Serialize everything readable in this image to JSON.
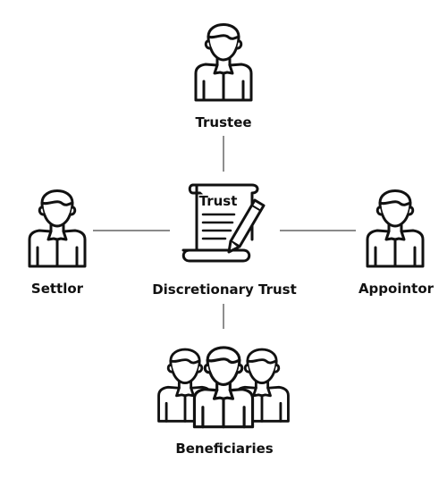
{
  "nodes": {
    "trustee": "Trustee",
    "settlor": "Settlor",
    "center": "Discretionary Trust",
    "appointor": "Appointor",
    "beneficiaries": "Beneficiaries"
  },
  "document": {
    "heading": "Trust"
  },
  "icons": {
    "person": "person-icon",
    "document": "trust-document-icon",
    "pen": "pen-icon",
    "group": "group-icon"
  },
  "colors": {
    "stroke": "#111111",
    "connector": "#444444",
    "background": "#ffffff"
  }
}
